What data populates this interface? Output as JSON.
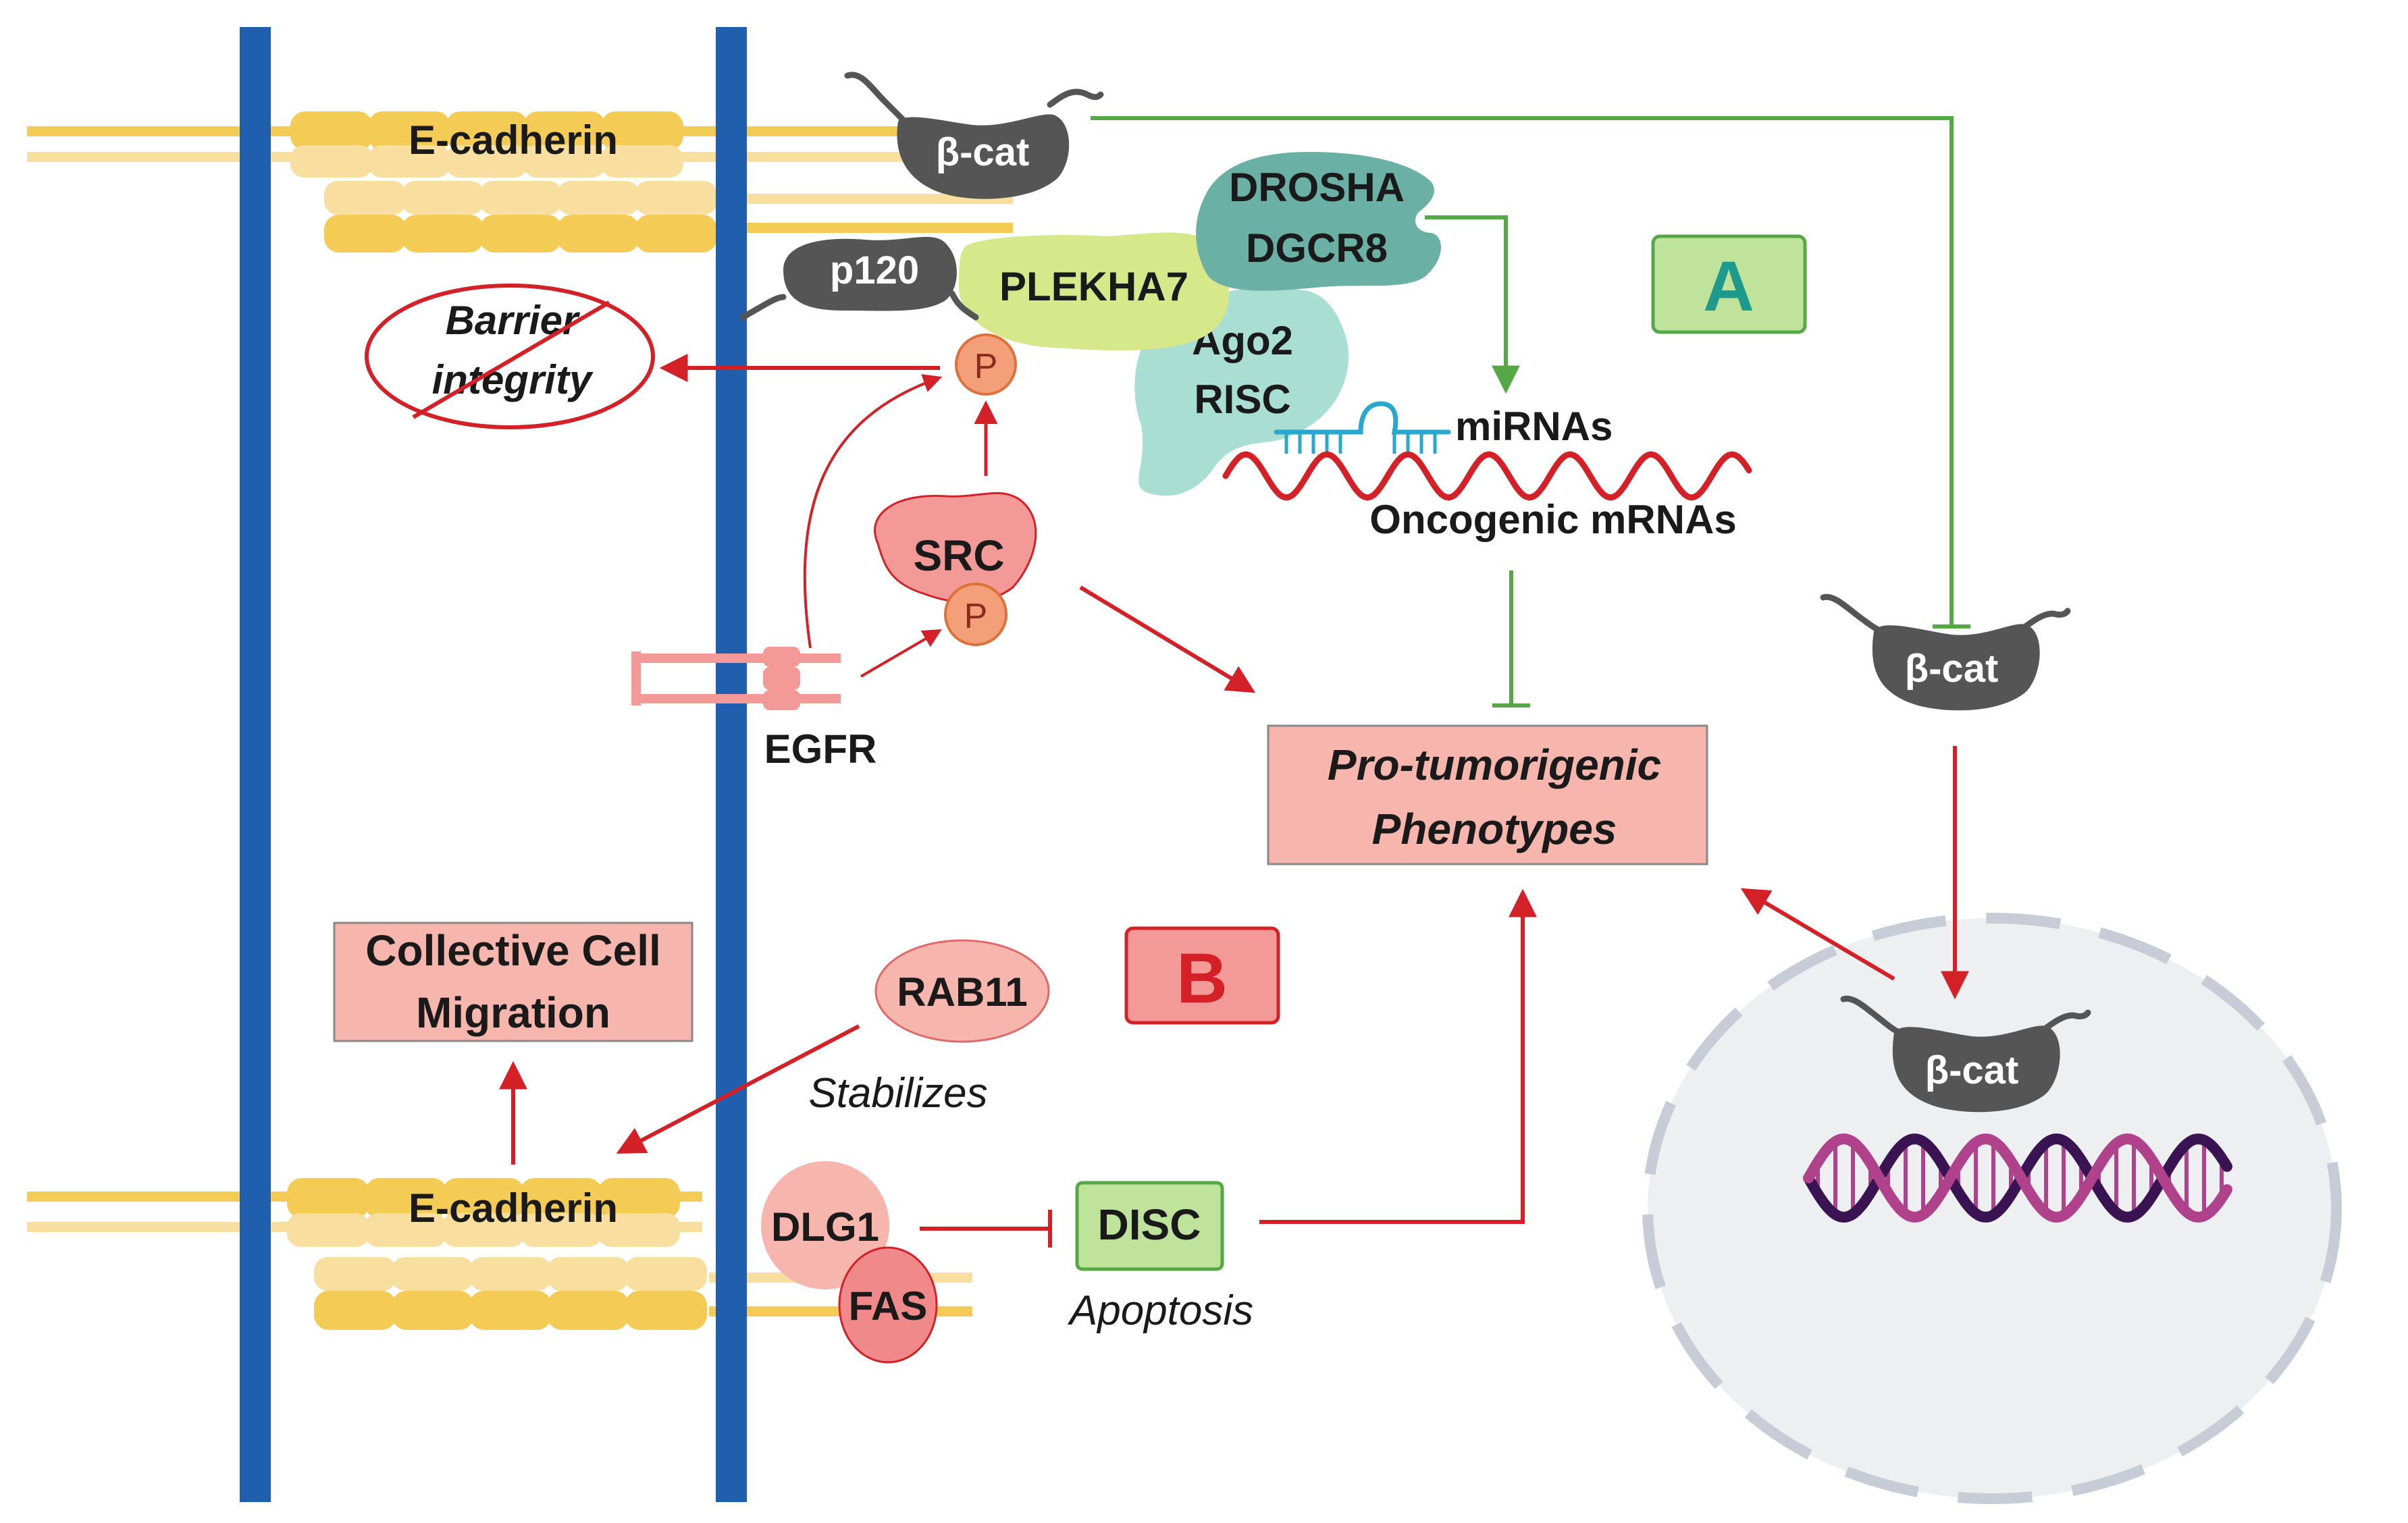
{
  "labels": {
    "ecad_top": "E-cadherin",
    "ecad_bottom": "E-cadherin",
    "bcat_top": "β-cat",
    "bcat_right": "β-cat",
    "bcat_nucleus": "β-cat",
    "p120": "p120",
    "plekha7": "PLEKHA7",
    "drosha": "DROSHA",
    "dgcr8": "DGCR8",
    "ago2": "Ago2",
    "risc": "RISC",
    "mirnas": "miRNAs",
    "oncogenic_mrnas": "Oncogenic mRNAs",
    "barrier_line1": "Barrier",
    "barrier_line2": "integrity",
    "p_top": "P",
    "p_src": "P",
    "src": "SRC",
    "egfr": "EGFR",
    "pro_line1": "Pro-tumorigenic",
    "pro_line2": "Phenotypes",
    "panel_a": "A",
    "panel_b": "B",
    "ccm_line1": "Collective Cell",
    "ccm_line2": "Migration",
    "rab11": "RAB11",
    "stabilizes": "Stabilizes",
    "dlg1": "DLG1",
    "fas": "FAS",
    "disc": "DISC",
    "apoptosis": "Apoptosis"
  },
  "colors": {
    "membrane": "#1f5fae",
    "cadherin": "#f4cc55",
    "cadherin_light": "#f8dfa0",
    "bcat": "#555555",
    "plekha7": "#d6e88a",
    "drosha": "#6ab0a4",
    "ago2": "#a9dfd2",
    "red": "#d42027",
    "green": "#55a845",
    "pink_box": "#f7b6ad",
    "pink_fill": "#f39a99",
    "panel_a_fill": "#bfe39a",
    "panel_a_text": "#1e9a8c",
    "panel_b_fill": "#f39a99",
    "panel_b_text": "#d42027",
    "phospho": "#f3a07a",
    "nucleus": "#eeeff1",
    "nucleus_border": "#c8ccd6",
    "dna_dark": "#3a1452",
    "dna_light": "#b0428c"
  }
}
